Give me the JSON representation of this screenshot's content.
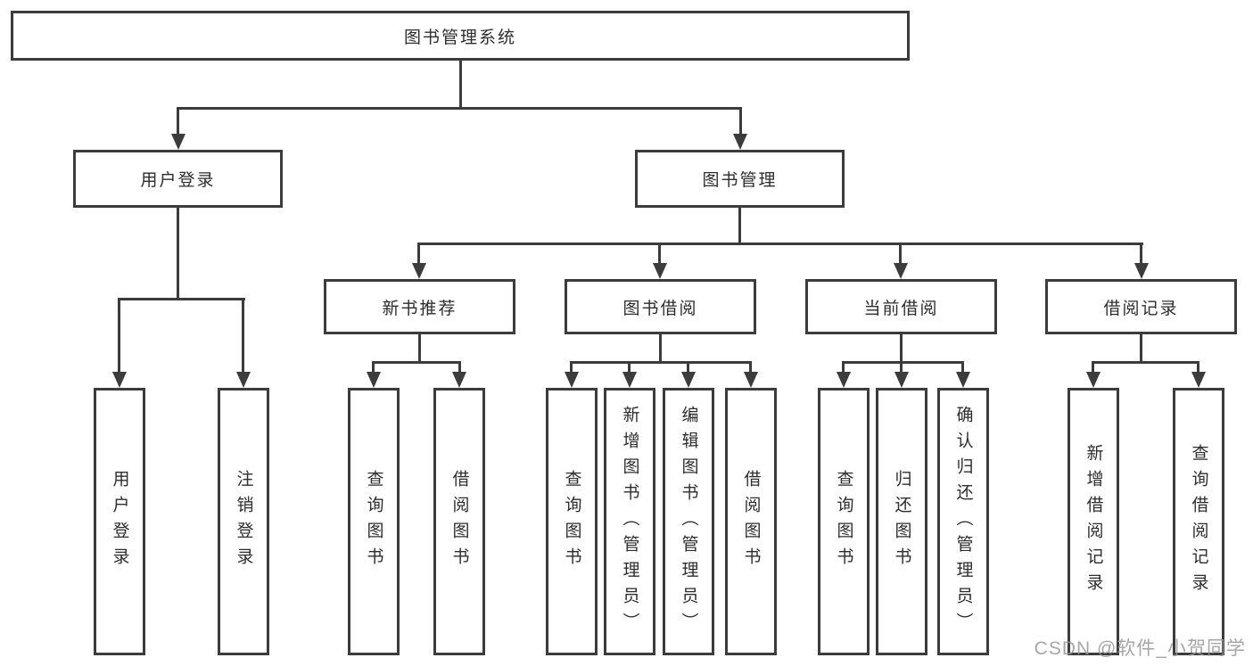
{
  "title": "图书管理系统",
  "level2": [
    "用户登录",
    "图书管理"
  ],
  "level3": [
    "新书推荐",
    "图书借阅",
    "当前借阅",
    "借阅记录"
  ],
  "leaves": {
    "user_login": [
      "用户登录",
      "注销登录"
    ],
    "new_book": [
      "查询图书",
      "借阅图书"
    ],
    "book_borrow": [
      "查询图书",
      "新增图书（管理员）",
      "编辑图书（管理员）",
      "借阅图书"
    ],
    "current_borrow": [
      "查询图书",
      "归还图书",
      "确认归还（管理员）"
    ],
    "borrow_record": [
      "新增借阅记录",
      "查询借阅记录"
    ]
  },
  "watermark": "CSDN @软件_小贺同学",
  "colors": {
    "line": "#3c3c3c",
    "box_border": "#3c3c3c",
    "text": "#2d2d2d",
    "watermark": "#969696",
    "background": "#ffffff"
  }
}
